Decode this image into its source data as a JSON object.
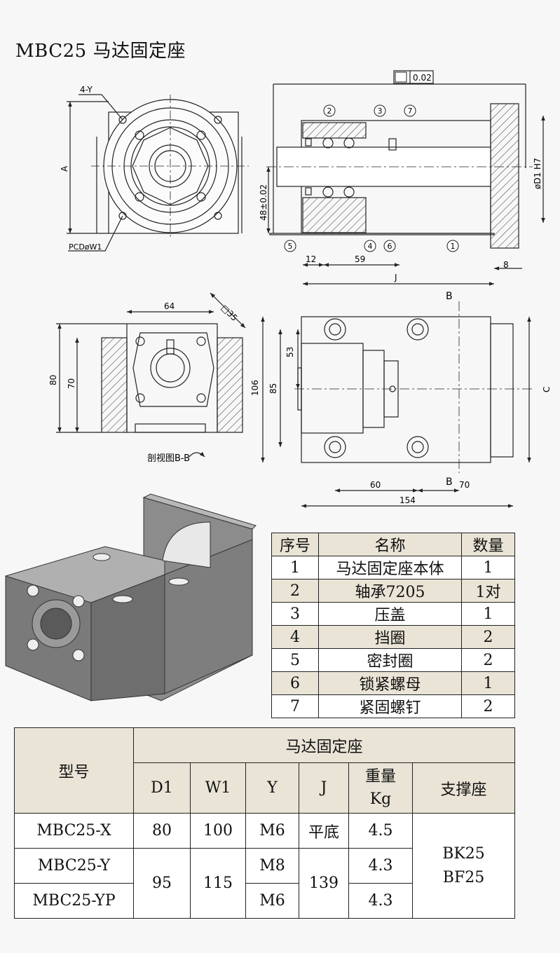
{
  "title": "MBC25 马达固定座",
  "drawing": {
    "flatness": "0.02",
    "labels": {
      "holes": "4-Y",
      "pcd": "PCDøW1",
      "dim_a": "A",
      "height": "48±0.02",
      "dim_12": "12",
      "dim_59": "59",
      "dim_j": "J",
      "dim_8": "8",
      "bore": "øD1 H7",
      "dim_64": "64",
      "dim_35": "□35",
      "dim_80": "80",
      "dim_70": "70",
      "section": "剖视图B-B",
      "dim_106": "106",
      "dim_85": "85",
      "dim_53": "53",
      "dim_c": "C",
      "dim_60": "60",
      "dim_70b": "70",
      "dim_154": "154",
      "cut_b_top": "B",
      "cut_b_bot": "B"
    },
    "balloons": [
      "1",
      "2",
      "3",
      "4",
      "5",
      "6",
      "7"
    ]
  },
  "parts_table": {
    "headers": [
      "序号",
      "名称",
      "数量"
    ],
    "rows": [
      [
        "1",
        "马达固定座本体",
        "1"
      ],
      [
        "2",
        "轴承7205",
        "1对"
      ],
      [
        "3",
        "压盖",
        "1"
      ],
      [
        "4",
        "挡圈",
        "2"
      ],
      [
        "5",
        "密封圈",
        "2"
      ],
      [
        "6",
        "锁紧螺母",
        "1"
      ],
      [
        "7",
        "紧固螺钉",
        "2"
      ]
    ]
  },
  "spec_table": {
    "model_header": "型号",
    "group_header": "马达固定座",
    "columns": [
      "D1",
      "W1",
      "Y",
      "J",
      "重量",
      "Kg",
      "支撑座"
    ],
    "rows": [
      {
        "model": "MBC25-X",
        "d1": "80",
        "w1": "100",
        "y": "M6",
        "j": "平底",
        "kg": "4.5"
      },
      {
        "model": "MBC25-Y",
        "d1": "95",
        "w1": "115",
        "y": "M8",
        "j": "139",
        "kg": "4.3"
      },
      {
        "model": "MBC25-YP",
        "y": "M6",
        "kg": "4.3"
      }
    ],
    "support": [
      "BK25",
      "BF25"
    ]
  }
}
